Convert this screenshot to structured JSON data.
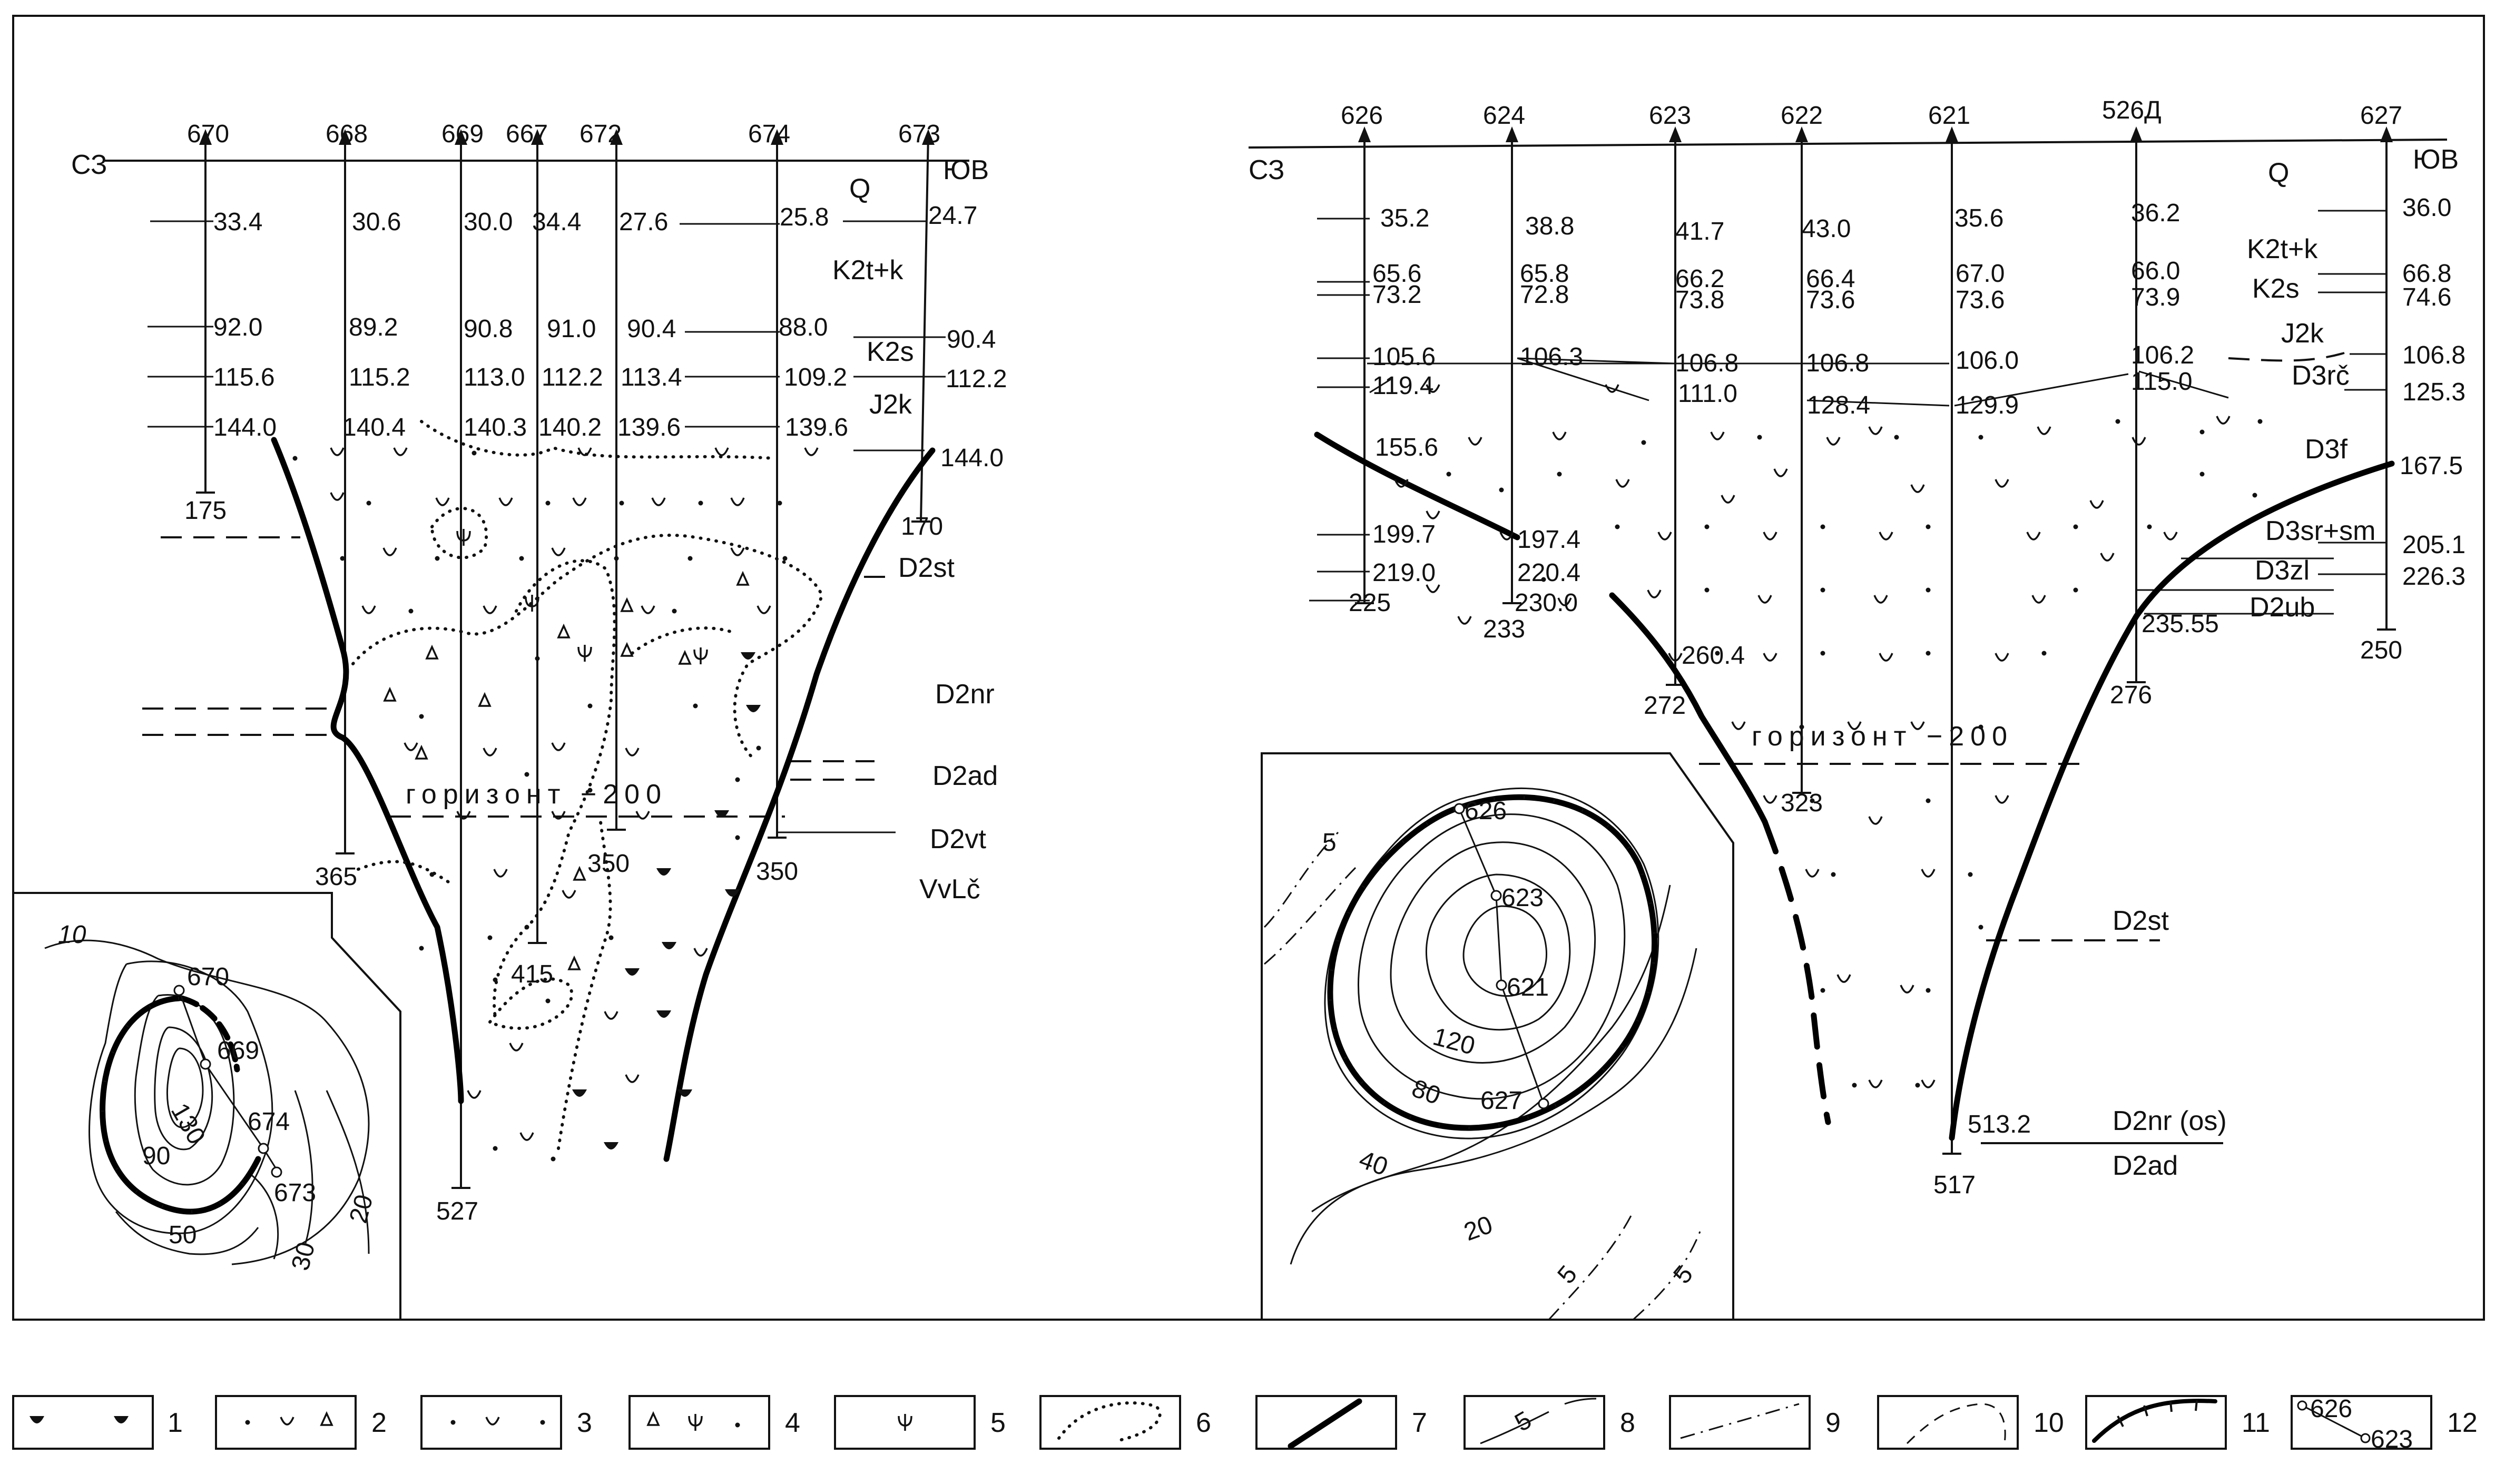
{
  "directions": {
    "left_start": "СЗ",
    "left_end": "ЮВ",
    "right_start": "СЗ",
    "right_end": "ЮВ"
  },
  "horizon_label": "горизонт −200",
  "left_section": {
    "wells": [
      {
        "id": "670",
        "depths": [
          "33.4",
          "92.0",
          "115.6",
          "144.0"
        ],
        "bottom": "175"
      },
      {
        "id": "668",
        "depths": [
          "30.6",
          "89.2",
          "115.2",
          "140.4"
        ],
        "bottom": "365"
      },
      {
        "id": "669",
        "depths": [
          "30.0",
          "90.8",
          "113.0",
          "140.3"
        ],
        "bottom": "527"
      },
      {
        "id": "667",
        "depths": [
          "34.4",
          "91.0",
          "112.2",
          "140.2"
        ],
        "bottom": "415"
      },
      {
        "id": "672",
        "depths": [
          "27.6",
          "90.4",
          "113.4",
          "139.6"
        ],
        "bottom": "350"
      },
      {
        "id": "674",
        "depths": [
          "25.8",
          "88.0",
          "109.2",
          "139.6"
        ],
        "bottom": "350"
      },
      {
        "id": "673",
        "depths": [
          "24.7",
          "90.4",
          "112.2",
          "144.0"
        ],
        "bottom": "170"
      }
    ],
    "formations": [
      "Q",
      "K2t+k",
      "K2s",
      "J2k",
      "D2st",
      "D2nr",
      "D2ad",
      "D2vt",
      "VvLč"
    ]
  },
  "right_section": {
    "wells": [
      {
        "id": "626",
        "depths": [
          "35.2",
          "65.6",
          "73.2",
          "105.6",
          "119.4",
          "155.6",
          "199.7",
          "219.0"
        ],
        "bottom": "225"
      },
      {
        "id": "624",
        "depths": [
          "38.8",
          "65.8",
          "72.8",
          "106.3",
          "197.4",
          "220.4",
          "230.0"
        ],
        "bottom": "233"
      },
      {
        "id": "623",
        "depths": [
          "41.7",
          "66.2",
          "73.8",
          "106.8",
          "111.0",
          "260.4"
        ],
        "bottom": "272"
      },
      {
        "id": "622",
        "depths": [
          "43.0",
          "66.4",
          "73.6",
          "106.8",
          "128.4"
        ],
        "bottom": "323"
      },
      {
        "id": "621",
        "depths": [
          "35.6",
          "67.0",
          "73.6",
          "106.0",
          "129.9",
          "513.2"
        ],
        "bottom": "517"
      },
      {
        "id": "526Д",
        "depths": [
          "36.2",
          "66.0",
          "73.9",
          "106.2",
          "115.0",
          "235.55"
        ],
        "bottom": "276"
      },
      {
        "id": "627",
        "depths": [
          "36.0",
          "66.8",
          "74.6",
          "106.8",
          "125.3",
          "167.5",
          "205.1",
          "226.3"
        ],
        "bottom": "250"
      }
    ],
    "formations": [
      "Q",
      "K2t+k",
      "K2s",
      "J2k",
      "D3rč",
      "D3f",
      "D3sr+sm",
      "D3zl",
      "D2ub",
      "D2st",
      "D2nr (os)",
      "D2ad"
    ]
  },
  "left_inset": {
    "wells": [
      "670",
      "669",
      "674",
      "673"
    ],
    "contours": [
      "10",
      "130",
      "90",
      "50",
      "30",
      "20"
    ]
  },
  "right_inset": {
    "wells": [
      "626",
      "623",
      "621",
      "627"
    ],
    "contours": [
      "5",
      "120",
      "80",
      "40",
      "20",
      "5",
      "5"
    ]
  },
  "legend": [
    {
      "num": "1"
    },
    {
      "num": "2"
    },
    {
      "num": "3"
    },
    {
      "num": "4"
    },
    {
      "num": "5"
    },
    {
      "num": "6"
    },
    {
      "num": "7"
    },
    {
      "num": "8",
      "text": "5"
    },
    {
      "num": "9"
    },
    {
      "num": "10"
    },
    {
      "num": "11"
    },
    {
      "num": "12",
      "text_a": "626",
      "text_b": "623"
    }
  ]
}
